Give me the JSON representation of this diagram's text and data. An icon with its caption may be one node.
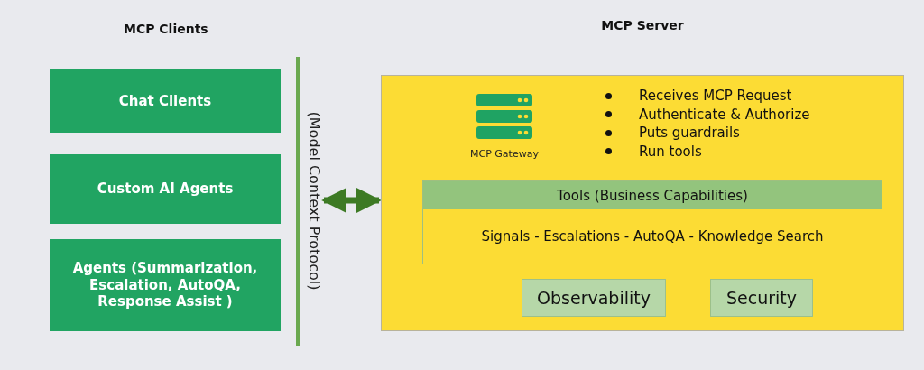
{
  "diagram": {
    "nodes": [
      {
        "text": [
          "Chat Clients"
        ]
      },
      {
        "text": [
          "Custom AI Agents"
        ]
      },
      {
        "text": [
          "Agents (Summarization, Escalation, AutoQA, Response Assist )"
        ]
      },
      {
        "text": [],
        "shape": "bar",
        "beside": [
          "(Model Context Protocol)"
        ]
      },
      {
        "text": [
          "MCP Server",
          "Receives MCP Request",
          "Authenticate & Authorize",
          "Puts guardrails",
          "Run tools"
        ]
      },
      {
        "text": [
          "Tools (Business Capabilities)",
          "Signals - Escalations - AutoQA - Knowledge Search"
        ],
        "in": 4
      },
      {
        "text": [
          "Observability"
        ],
        "in": 4
      },
      {
        "text": [
          "Security"
        ],
        "in": 4
      }
    ],
    "edges": [
      {
        "from": 3,
        "to": 4,
        "arrow": "both"
      }
    ],
    "labels": [
      "MCP Clients",
      "MCP Gateway"
    ]
  }
}
